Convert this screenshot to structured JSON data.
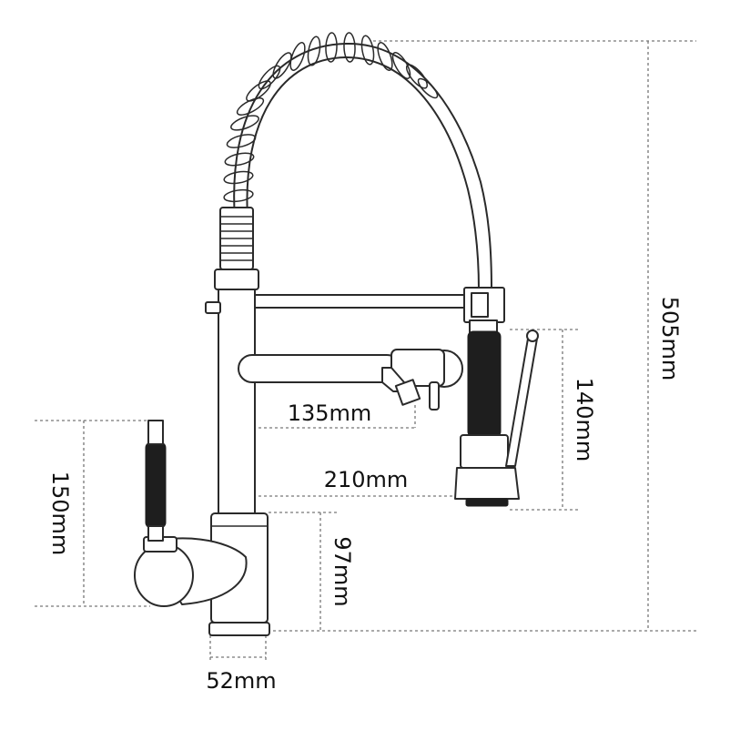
{
  "dimensions": {
    "overall_height": "505mm",
    "spout_head_height": "140mm",
    "handle_height": "150mm",
    "body_height": "97mm",
    "pot_filler_reach": "135mm",
    "spray_reach": "210mm",
    "base_diameter": "52mm"
  },
  "icons": {
    "faucet": "kitchen-faucet-line-drawing"
  }
}
